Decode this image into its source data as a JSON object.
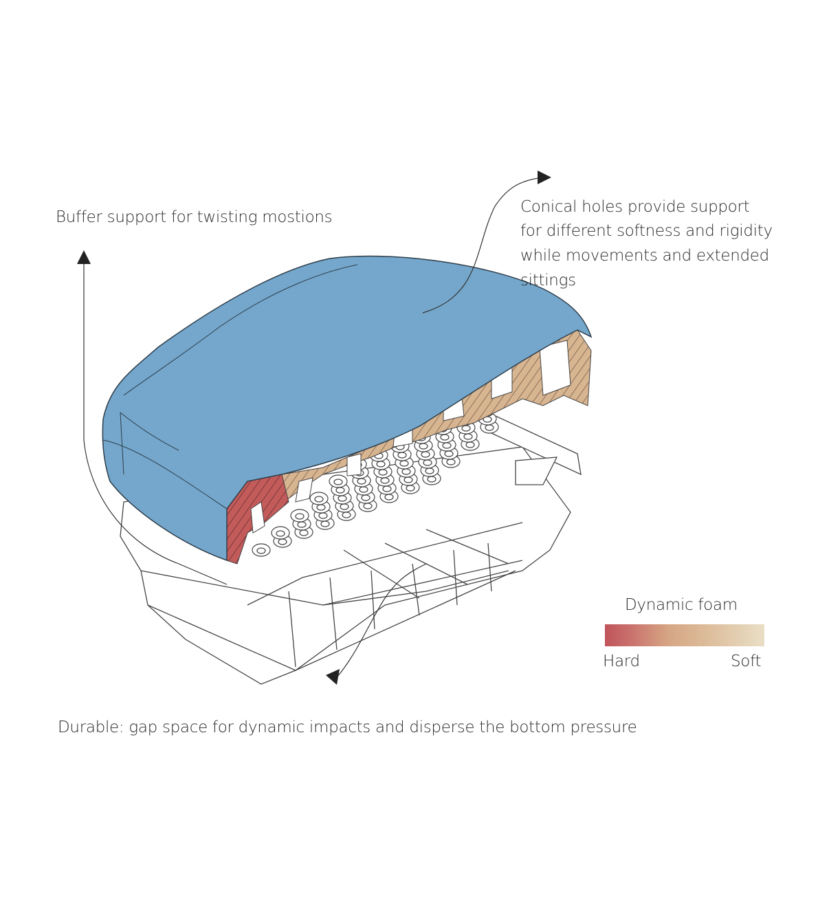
{
  "annotations": {
    "buffer": "Buffer support for twisting mostions",
    "conical": [
      "Conical holes provide support",
      "for different  softness and rigidity",
      "while movements and extended",
      "sittings"
    ],
    "durable": "Durable: gap space for dynamic impacts and disperse the bottom pressure"
  },
  "legend": {
    "title": "Dynamic foam",
    "min_label": "Hard",
    "max_label": "Soft",
    "colors": {
      "hard": "#c0545a",
      "mid": "#d6a684",
      "soft": "#e9dfc6"
    }
  },
  "colors": {
    "cushion_top": "#74a7cb",
    "outline": "#333333"
  }
}
